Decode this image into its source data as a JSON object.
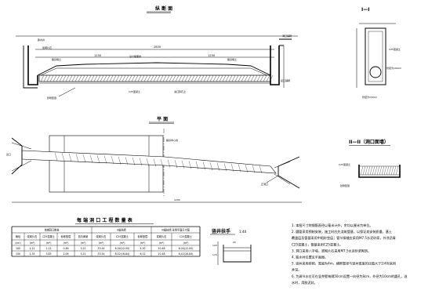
{
  "views": {
    "longitudinal": {
      "title": "纵 断 面",
      "dim_total": "2800",
      "dim_left": "1250",
      "dim_right": "1250",
      "labels": {
        "left_wall": "跌水井",
        "riprap_left": "浆砌片石",
        "soil_left": "路基填土",
        "design_line": "设计路面线",
        "soil_right": "路基填土",
        "section_mark": "I",
        "concrete": "C25混凝土",
        "pipe_cover": "现浇钢筋混凝土",
        "inlet": "进口碎石土",
        "right_outlet": "接口铺砌",
        "right_top": "洞口铺砌",
        "sand_cushion": "砂砾垫层"
      }
    },
    "plan": {
      "title": "平 面",
      "center_line": "路基中心线",
      "left_label": "出口",
      "right_label": "正洞口",
      "dim_bottom": "1200"
    },
    "section_1": {
      "title": "I—I",
      "concrete": "C25混凝土",
      "pipe": "管径为100cm",
      "bottom": "管径为150cm"
    },
    "section_2": {
      "title": "II—II（洞口面墙）",
      "concrete": "C25混凝土",
      "bottom": "砂砾垫层"
    },
    "table": {
      "title": "每 端 洞 口 工 程 数 量 表",
      "header_groups": [
        "单端洞口数量",
        "II级挡墙",
        "III级挡墙 采用平面尺寸图"
      ],
      "columns": [
        "管径",
        "浆砌片石",
        "C25混凝土",
        "砂砾垫层",
        "沥青麻絮",
        "浆砌片石",
        "C25混凝土",
        "砂砾垫层",
        "浆砌片石",
        "C25混凝土"
      ],
      "units": [
        "(cm)",
        "(m³)",
        "(m³)",
        "(m³)",
        "(m²)",
        "(m³)",
        "(m³)",
        "(m³)",
        "(m³)",
        "(m³)"
      ],
      "rows": [
        [
          "100",
          "1.21",
          "1.11",
          "0.46",
          "3.21",
          "33.54",
          "6.00(12.00)",
          "4.30",
          "10.48",
          "6.00(12.00)"
        ],
        [
          "150",
          "1.35",
          "3.83",
          "2.09",
          "3.21",
          "33.54",
          "8.42(16.84)",
          "6.12",
          "10.48",
          "8.42(16.84)"
        ]
      ]
    },
    "detail": {
      "title": "竖井扶手",
      "scale": "1:40",
      "dims": [
        "120",
        "170",
        "20"
      ]
    }
  },
  "notes": [
    "1. 本图尺寸除钢筋直径以毫米计外，余均以厘米为单位。",
    "2. 圆管采用预制安装，施工时应先浇筑管基，以保证其安装质量，基土",
    "   覆盖层及管基采用中粗砂垫层；管节接缝应采用M7.5水泥砂浆，外涂沥青",
    "   C25混凝土，管基采用C25混凝土。",
    "3. 洞口采用八字墙，浆砌片石采用M7.5水泥砂浆砌筑。",
    "4. 跌水井位置见平面图。",
    "5. 竖井采用砖砌，宽度为4m，横断管径与竖井宽度的比值大于1/4时采用",
    "   井深。",
    "6. 为调节水位可在竖井壁每隔50cm设置一向径为8cm，外径为10cm的圆孔，溢",
    "   水时，用胶泥封。"
  ]
}
